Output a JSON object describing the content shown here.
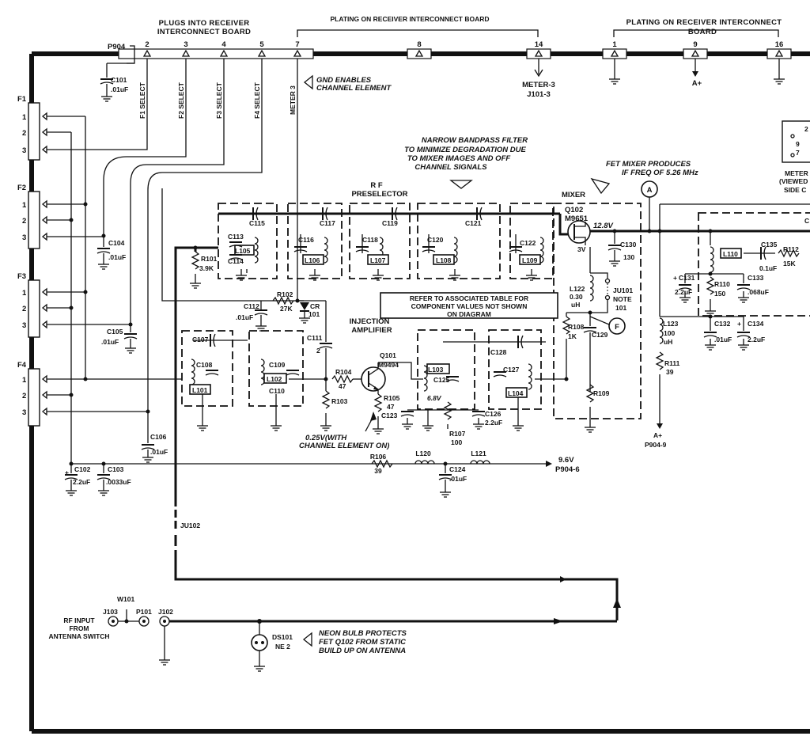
{
  "labels": {
    "hdr_plugs": "PLUGS INTO RECEIVER",
    "hdr_plugs2": "INTERCONNECT BOARD",
    "hdr_plating1": "PLATING ON RECEIVER INTERCONNECT BOARD",
    "hdr_plating2": "PLATING ON RECEIVER INTERCONNECT",
    "hdr_plating2b": "BOARD",
    "p904": "P904",
    "pin2": "2",
    "pin3": "3",
    "pin4": "4",
    "pin5": "5",
    "pin7": "7",
    "pin8": "8",
    "pin14": "14",
    "pin1": "1",
    "pin9": "9",
    "pin16": "16",
    "f1_select": "F1 SELECT",
    "f2_select": "F2 SELECT",
    "f3_select": "F3 SELECT",
    "f4_select": "F4 SELECT",
    "meter3": "METER 3",
    "meter3_ref": "METER-3",
    "j101_3": "J101-3",
    "aplus": "A+",
    "gnd_note1": "GND ENABLES",
    "gnd_note2": "CHANNEL ELEMENT",
    "f1": "F1",
    "f2": "F2",
    "f3": "F3",
    "f4": "F4",
    "pin_1": "1",
    "pin_2": "2",
    "pin_3": "3",
    "c101": "C101",
    "c101v": ".01uF",
    "c104": "C104",
    "c104v": ".01uF",
    "c105": "C105",
    "c105v": ".01uF",
    "c106": "C106",
    "c106v": ".01uF",
    "c102": "C102",
    "c102v": "2.2uF",
    "c103": "C103",
    "c103v": ".0033uF",
    "r106": "R106",
    "r106v": "39",
    "filter1": "NARROW BANDPASS FILTER",
    "filter2": "TO MINIMIZE DEGRADATION DUE",
    "filter3": "TO MIXER IMAGES AND OFF",
    "filter4": "CHANNEL SIGNALS",
    "fet1": "FET MIXER PRODUCES",
    "fet2": "IF FREQ OF 5.26 MHz",
    "rf_pre1": "R F",
    "rf_pre2": "PRESELECTOR",
    "mixer": "MIXER",
    "q102": "Q102",
    "q102v": "M9651",
    "v128": "12.8V",
    "v3": "3V",
    "c113": "C113",
    "c114": "C114",
    "l105": "L105",
    "c115": "C115",
    "c116": "C116",
    "c117": "C117",
    "l106": "L106",
    "c118": "C118",
    "c119": "C119",
    "l107": "L107",
    "c120": "C120",
    "c121": "C121",
    "l108": "L108",
    "c122": "C122",
    "l109": "L109",
    "c130": "C130",
    "c130v": "130",
    "r101": "R101",
    "r101v": "3.9K",
    "c112": "C112",
    "c112v": ".01uF",
    "r102": "R102",
    "r102v": "27K",
    "cr101": "CR",
    "cr101b": "101",
    "refer1": "REFER TO ASSOCIATED TABLE FOR",
    "refer2": "COMPONENT VALUES NOT SHOWN",
    "refer3": "ON DIAGRAM",
    "inj1": "INJECTION",
    "inj2": "AMPLIFIER",
    "c111": "C111",
    "c111v": "2",
    "c107": "C107",
    "c108": "C108",
    "l101": "L101",
    "c109": "C109",
    "c110": "C110",
    "l102": "L102",
    "r104": "R104",
    "r104v": "47",
    "r103": "R103",
    "q101": "Q101",
    "q101v": "M9494",
    "r105": "R105",
    "r105v": "47",
    "l103": "L103",
    "c125": "C125",
    "c123": "C123",
    "v68": "6.8V",
    "c128": "C128",
    "c127": "C127",
    "l104": "L104",
    "c126": "C126",
    "c126v": "2.2uF",
    "r107": "R107",
    "r107v": "100",
    "v025a": "0.25V(WITH",
    "v025b": "CHANNEL ELEMENT ON)",
    "l122": "L122",
    "l122v": "0.30",
    "l122u": "uH",
    "ju101": "JU101",
    "ju101b": "NOTE",
    "ju101c": "101",
    "r108": "R108",
    "r108v": "1K",
    "c129": "C129",
    "r109": "R109",
    "tp_a": "A",
    "tp_f": "F",
    "l123": "L123",
    "l123v": "100",
    "l123u": "uH",
    "r111": "R111",
    "r111v": "39",
    "aplus2": "A+",
    "p904_9": "P904-9",
    "l110": "L110",
    "c135": "C135",
    "c135v": "0.1uF",
    "r112": "R112",
    "r112v": "15K",
    "c131": "C131",
    "c131v": "2.2uF",
    "r110": "R110",
    "r110v": "150",
    "c133": "C133",
    "c133v": ".068uF",
    "c132": "C132",
    "c132v": ".01uF",
    "c134": "C134",
    "c134v": "2.2uF",
    "l120": "L120",
    "l121": "L121",
    "c124": "C124",
    "c124v": ".01uF",
    "v96": "9.6V",
    "p904_6": "P904-6",
    "ju102": "JU102",
    "rf_in1": "RF INPUT",
    "rf_in2": "FROM",
    "rf_in3": "ANTENNA SWITCH",
    "j103": "J103",
    "w101": "W101",
    "p101": "P101",
    "j102": "J102",
    "ds101": "DS101",
    "ne2": "NE 2",
    "neon1": "NEON BULB PROTECTS",
    "neon2": "FET Q102 FROM STATIC",
    "neon3": "BUILD UP ON ANTENNA",
    "meter_r1": "METER",
    "meter_r2": "(VIEWED",
    "meter_r3": "SIDE C",
    "meter_pin2": "2",
    "meter_pin9": "9",
    "meter_pin7": "7",
    "c_frag": "C"
  }
}
